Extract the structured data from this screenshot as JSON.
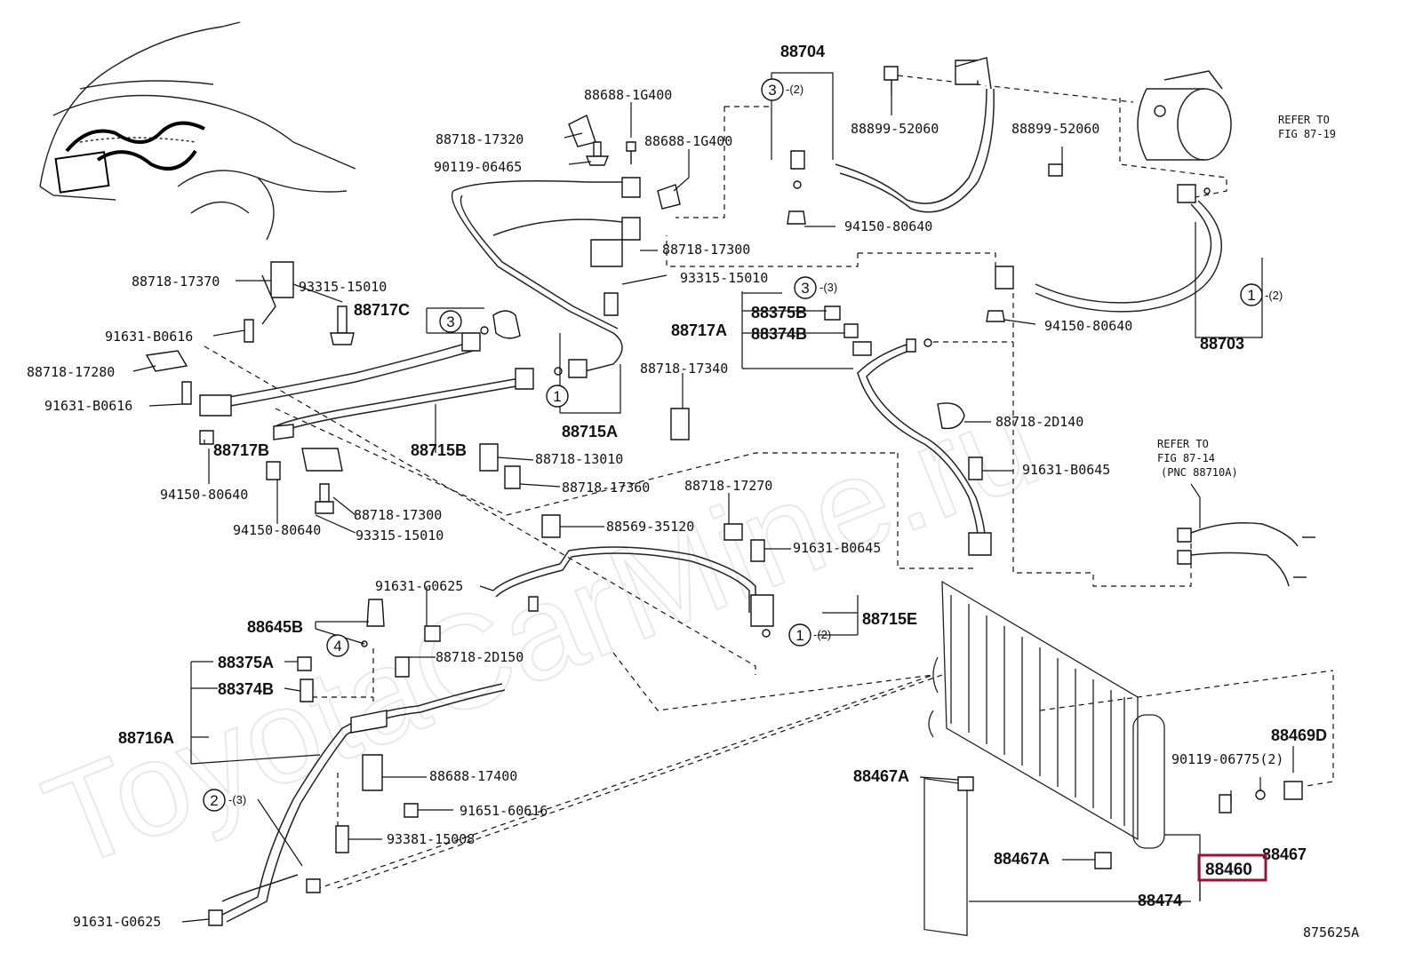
{
  "diagram": {
    "watermark": "ToyotaCarMine.ru",
    "figure_id": "875625A",
    "highlight_color": "#9a1232",
    "parts": {
      "p88704": "88704",
      "p88899a": "88899-52060",
      "p88899b": "88899-52060",
      "p94150a": "94150-80640",
      "p94150b": "94150-80640",
      "p94150c": "94150-80640",
      "p94150d": "94150-80640",
      "p88688a": "88688-1G400",
      "p88688b": "88688-1G400",
      "p88718_17320": "88718-17320",
      "p90119_06465": "90119-06465",
      "p88718_17300a": "88718-17300",
      "p88718_17300b": "88718-17300",
      "p88718_17370": "88718-17370",
      "p93315a": "93315-15010",
      "p93315b": "93315-15010",
      "p93315c": "93315-15010",
      "p88717C": "88717C",
      "p91631_b0616a": "91631-B0616",
      "p91631_b0616b": "91631-B0616",
      "p88718_17280": "88718-17280",
      "p88375B": "88375B",
      "p88374B": "88374B",
      "p88717A": "88717A",
      "p88718_17340": "88718-17340",
      "p88703": "88703",
      "p88715A": "88715A",
      "p88717B": "88717B",
      "p88715B": "88715B",
      "p88718_13010": "88718-13010",
      "p88718_17360": "88718-17360",
      "p88718_2D140": "88718-2D140",
      "p91631_b0645a": "91631-B0645",
      "p91631_b0645b": "91631-B0645",
      "p88718_17270": "88718-17270",
      "p88569_35120": "88569-35120",
      "p91631_g0625a": "91631-G0625",
      "p91631_g0625b": "91631-G0625",
      "p88715E": "88715E",
      "p88645B": "88645B",
      "p88375A": "88375A",
      "p88374B2": "88374B",
      "p88716A": "88716A",
      "p88718_2D150": "88718-2D150",
      "p88688_17400": "88688-17400",
      "p91651_60616": "91651-60616",
      "p93381_15008": "93381-15008",
      "p88469D": "88469D",
      "p90119_06775": "90119-06775(2)",
      "p88467A1": "88467A",
      "p88467A2": "88467A",
      "p88467": "88467",
      "p88460": "88460",
      "p88474": "88474"
    },
    "refs": {
      "r1_l1": "REFER TO",
      "r1_l2": "FIG 87-19",
      "r2_l1": "REFER TO",
      "r2_l2": "FIG 87-14",
      "r2_l3": "(PNC 88710A)"
    },
    "callouts": {
      "c3a_num": "3",
      "c3a_qty": "-(2)",
      "c1a_num": "1",
      "c1a_qty": "-(2)",
      "c3b_num": "3",
      "c3b_qty": "-(3)",
      "c3c_num": "3",
      "c1b_num": "1",
      "c1c_num": "1",
      "c1c_qty": "-(2)",
      "c4_num": "4",
      "c2_num": "2",
      "c2_qty": "-(3)"
    }
  }
}
